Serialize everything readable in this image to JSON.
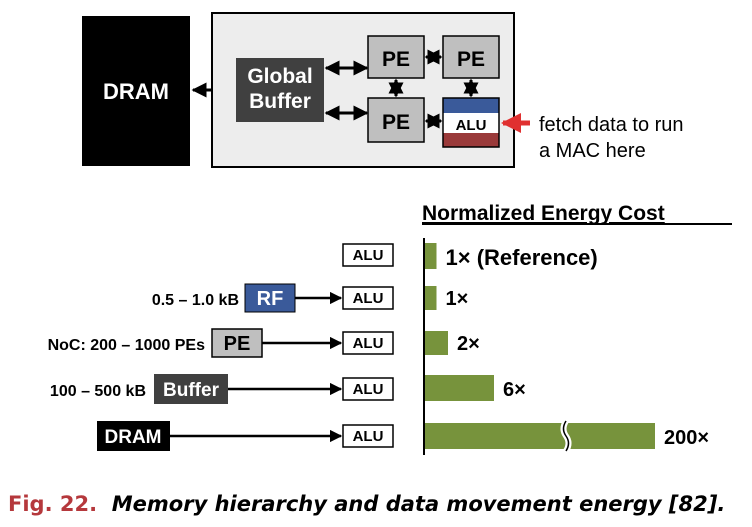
{
  "top_diagram": {
    "dram_label": "DRAM",
    "global_buffer_line1": "Global",
    "global_buffer_line2": "Buffer",
    "pe_label": "PE",
    "alu_label": "ALU",
    "annotation_line1": "fetch data to run",
    "annotation_line2": "a MAC here",
    "colors": {
      "dram": "#000000",
      "buffer": "#404040",
      "pe": "#bfbfbf",
      "alu_top": "#3a5a9a",
      "alu_bottom": "#9a3a3a",
      "arrow_red": "#e03030",
      "panel": "#ededed"
    }
  },
  "chart_title": "Normalized Energy Cost",
  "rows": [
    {
      "source_label": "",
      "source_box": "",
      "alu": "ALU",
      "value_label": "1× (Reference)"
    },
    {
      "source_label": "0.5 – 1.0 kB",
      "source_box": "RF",
      "alu": "ALU",
      "value_label": "1×"
    },
    {
      "source_label": "NoC: 200 – 1000 PEs",
      "source_box": "PE",
      "alu": "ALU",
      "value_label": "2×"
    },
    {
      "source_label": "100 – 500 kB",
      "source_box": "Buffer",
      "alu": "ALU",
      "value_label": "6×"
    },
    {
      "source_label": "",
      "source_box": "DRAM",
      "alu": "ALU",
      "value_label": "200×"
    }
  ],
  "chart_data": {
    "type": "bar",
    "title": "Normalized Energy Cost",
    "categories": [
      "ALU",
      "RF",
      "PE",
      "Buffer",
      "DRAM"
    ],
    "values": [
      1,
      1,
      2,
      6,
      200
    ],
    "axis_break": true,
    "bar_color": "#77933c"
  },
  "caption": {
    "label": "Fig. 22.",
    "text": "Memory hierarchy and data movement energy [82]."
  }
}
